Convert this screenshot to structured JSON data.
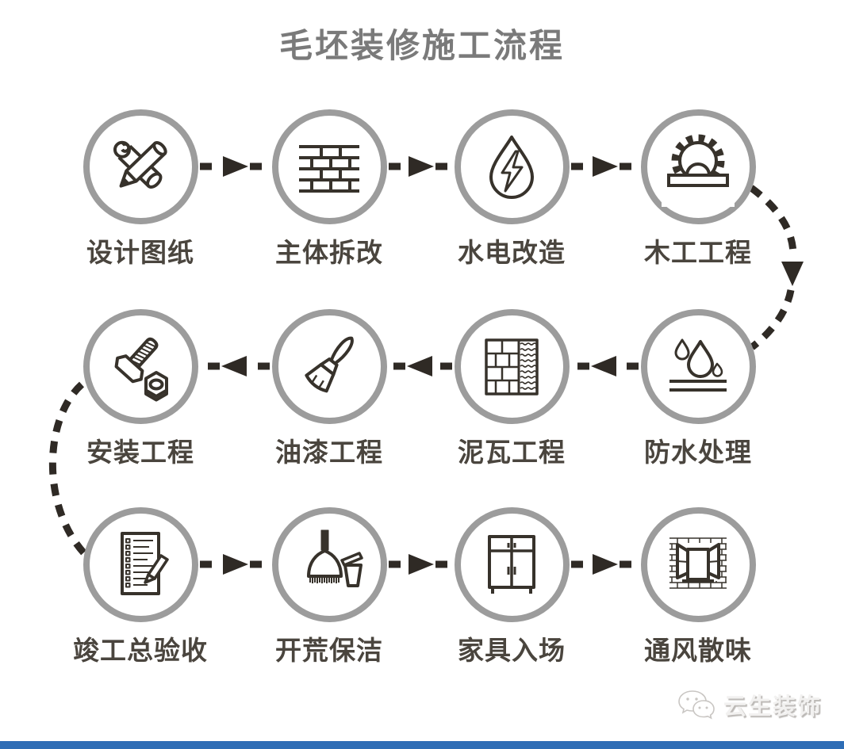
{
  "title": "毛坯装修施工流程",
  "steps": [
    {
      "label": "设计图纸",
      "icon": "blueprint-pencil-icon"
    },
    {
      "label": "主体拆改",
      "icon": "brick-wall-icon"
    },
    {
      "label": "水电改造",
      "icon": "water-electric-drop-icon"
    },
    {
      "label": "木工工程",
      "icon": "circular-saw-icon"
    },
    {
      "label": "防水处理",
      "icon": "water-drops-icon"
    },
    {
      "label": "泥瓦工程",
      "icon": "tiles-texture-icon"
    },
    {
      "label": "油漆工程",
      "icon": "paint-brush-icon"
    },
    {
      "label": "安装工程",
      "icon": "bolt-nut-icon"
    },
    {
      "label": "竣工总验收",
      "icon": "checklist-pencil-icon"
    },
    {
      "label": "开荒保洁",
      "icon": "broom-bucket-icon"
    },
    {
      "label": "家具入场",
      "icon": "cabinet-icon"
    },
    {
      "label": "通风散味",
      "icon": "open-window-icon"
    }
  ],
  "flow": {
    "row1_direction": "right",
    "row2_direction": "left",
    "row3_direction": "right"
  },
  "footer": {
    "brand": "云生装饰",
    "bar_color": "#2e6db6"
  },
  "colors": {
    "circle_stroke": "#9c9c9c",
    "icon_stroke": "#37322b",
    "label_text": "#4a453e",
    "title_text": "#7a7a7a",
    "arrow": "#2f2a25"
  }
}
